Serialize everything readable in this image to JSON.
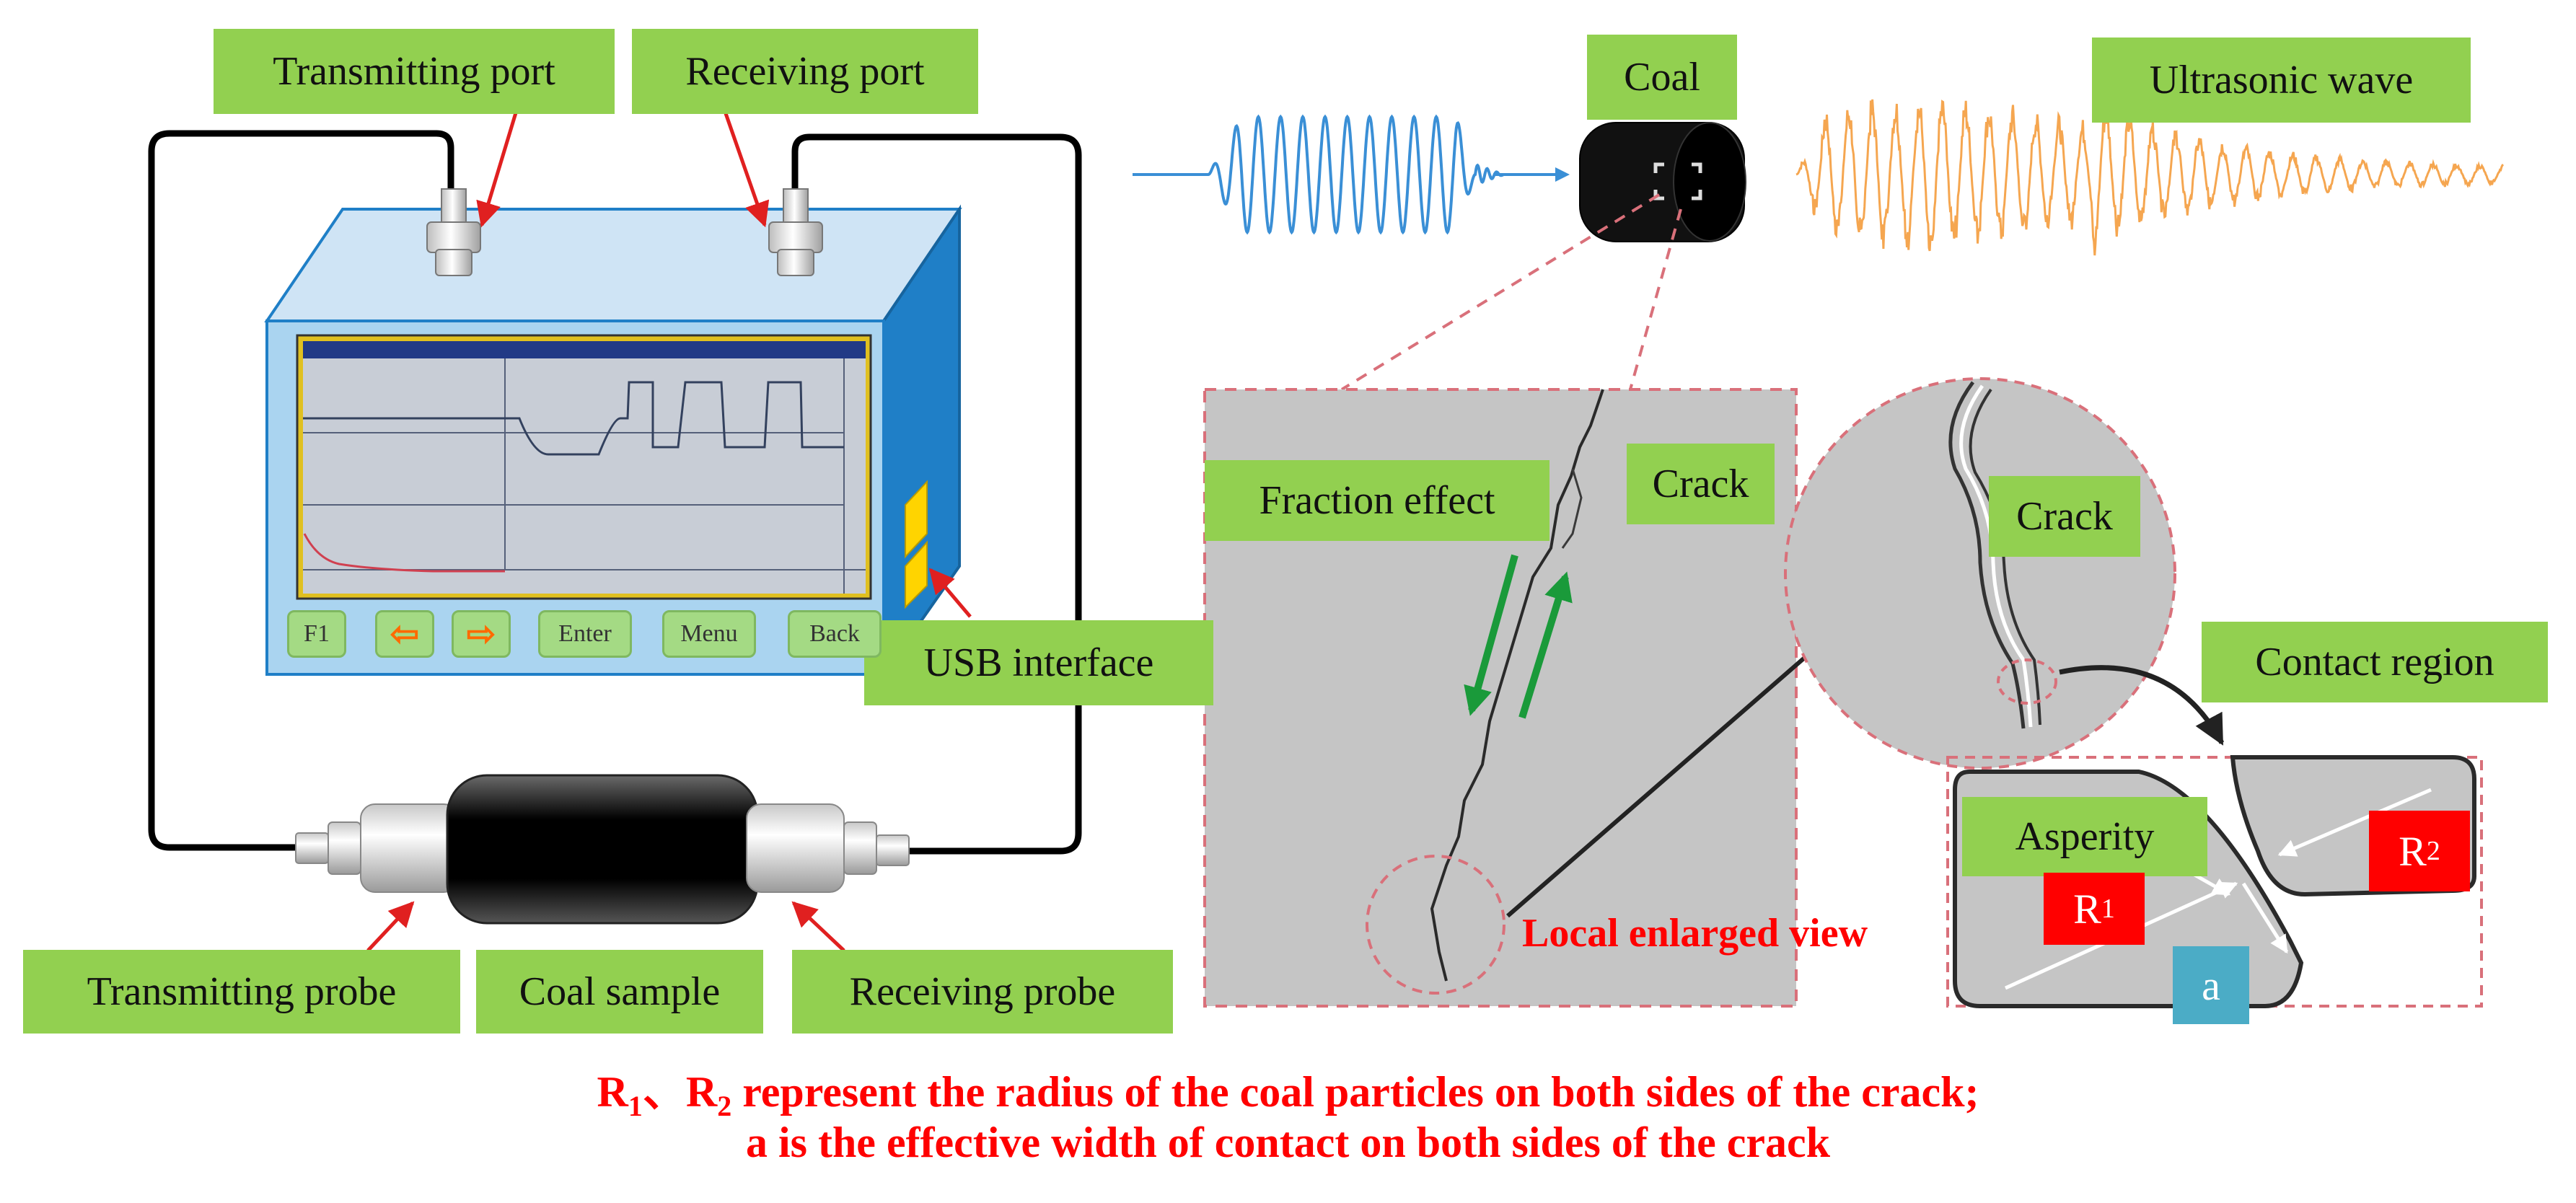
{
  "labels": {
    "transmitting_port": "Transmitting  port",
    "receiving_port": "Receiving port",
    "usb_interface": "USB  interface",
    "transmitting_probe": "Transmitting  probe",
    "coal_sample": "Coal sample",
    "receiving_probe": "Receiving probe",
    "coal": "Coal",
    "ultrasonic_wave": "Ultrasonic wave",
    "fraction_effect": "Fraction effect",
    "crack_main": "Crack",
    "crack_zoom": "Crack",
    "contact_region": "Contact  region",
    "asperity": "Asperity",
    "local_enlarged_view": "Local enlarged view",
    "r1": "R",
    "r1_sub": "1",
    "r2": "R",
    "r2_sub": "2",
    "a": "a"
  },
  "device_buttons": [
    "F1",
    "⇦",
    "⇨",
    "Enter",
    "Menu",
    "Back"
  ],
  "caption": {
    "line1_r1": "R",
    "line1_r1_sub": "1",
    "line1_sep": "、",
    "line1_r2": "R",
    "line1_r2_sub": "2",
    "line1_rest": " represent the radius of the coal particles on both sides of the crack;",
    "line2": "a is the effective width of contact on both sides of the crack"
  },
  "colors": {
    "label_bg": "#92d050",
    "highlight_red": "#ff0000",
    "a_box": "#4bacc6",
    "incident_wave": "#3a8fd6",
    "received_wave": "#f5a650",
    "device_body": "#aad4f0",
    "device_side": "#1f7fc7"
  }
}
